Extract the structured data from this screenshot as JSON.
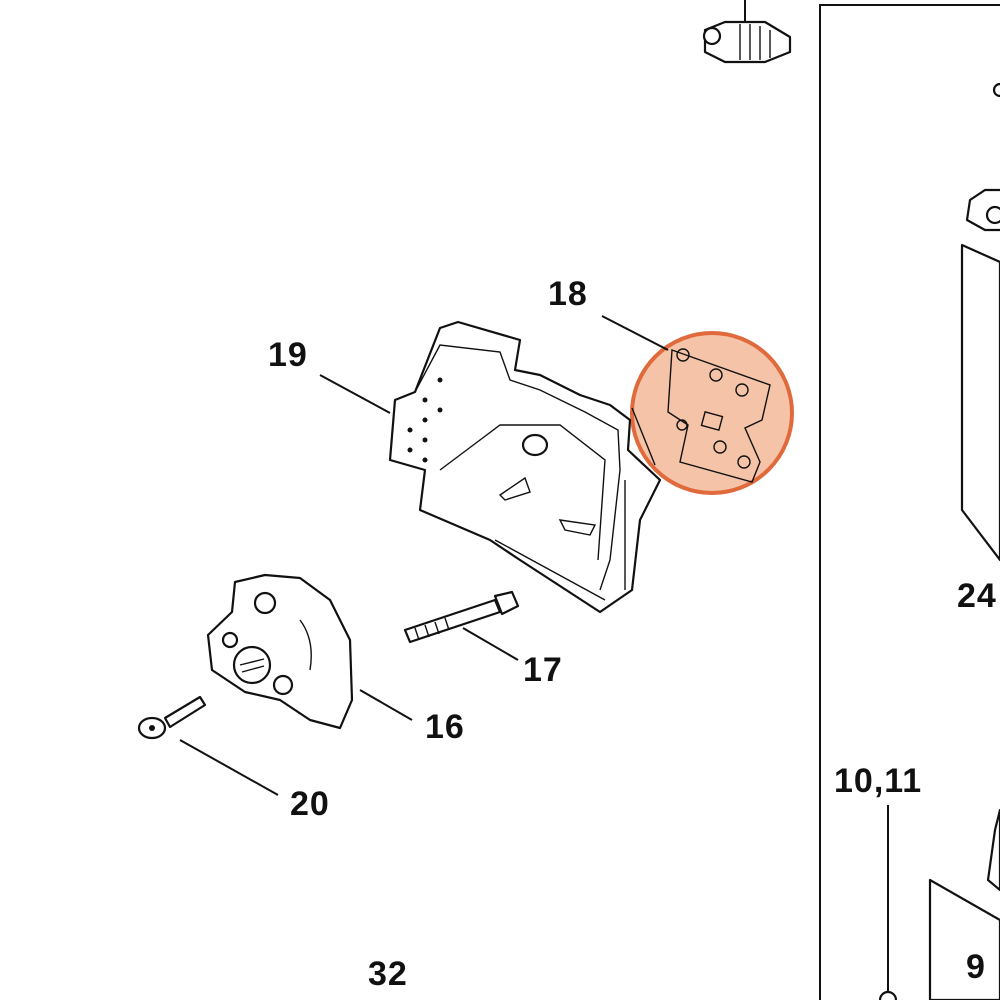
{
  "labels": {
    "p18": "18",
    "p19": "19",
    "p16": "16",
    "p17": "17",
    "p20": "20",
    "p32": "32",
    "p24": "24",
    "p10_11": "10,11",
    "p9": "9"
  },
  "highlight": {
    "part": "18",
    "fill": "#f2b899",
    "stroke": "#e06a3c"
  }
}
